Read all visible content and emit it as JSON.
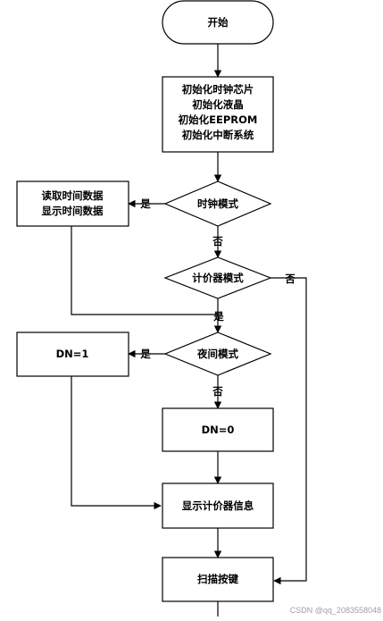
{
  "nodes": {
    "start": "开始",
    "init": [
      "初始化时钟芯片",
      "初始化液晶",
      "初始化EEPROM",
      "初始化中断系统"
    ],
    "clock_mode": "时钟模式",
    "read_time": [
      "读取时间数据",
      "显示时间数据"
    ],
    "counter_mode": "计价器模式",
    "night_mode": "夜间模式",
    "dn1": "DN=1",
    "dn0": "DN=0",
    "show_counter": "显示计价器信息",
    "scan_keys": "扫描按键"
  },
  "edge_labels": {
    "yes": "是",
    "no": "否"
  },
  "watermark": "CSDN @qq_2083558048"
}
